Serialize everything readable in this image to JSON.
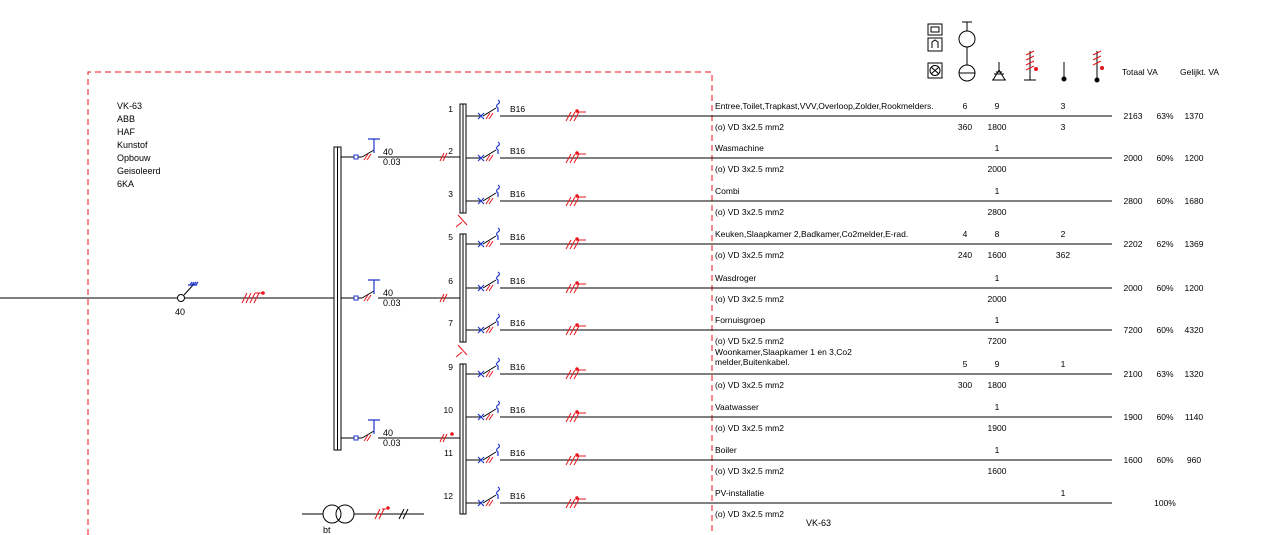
{
  "panel": {
    "info": [
      "VK-63",
      "ABB",
      "HAF",
      "Kunstof",
      "Opbouw",
      "Geisoleerd",
      "6KA"
    ],
    "footer": "VK-63"
  },
  "main": {
    "rating": "40"
  },
  "transformer": {
    "label": "bt"
  },
  "rcds": [
    {
      "rating": "40",
      "sens": "0.03"
    },
    {
      "rating": "40",
      "sens": "0.03"
    },
    {
      "rating": "40",
      "sens": "0.03"
    }
  ],
  "headers": {
    "totaal": "Totaal VA",
    "gelijkt": "Gelijkt. VA"
  },
  "groups": [
    {
      "num": "1",
      "breaker": "B16",
      "desc": "Entree,Toilet,Trapkast,VVV,Overloop,Zolder,Rookmelders.",
      "cable": "(o) VD 3x2.5 mm2",
      "c1a": "6",
      "c2a": "9",
      "c5a": "3",
      "c1b": "360",
      "c2b": "1800",
      "c5b": "3",
      "total": "2163",
      "pct": "63%",
      "gel": "1370"
    },
    {
      "num": "2",
      "breaker": "B16",
      "desc": "Wasmachine",
      "cable": "(o) VD 3x2.5 mm2",
      "c1a": "",
      "c2a": "1",
      "c5a": "",
      "c1b": "",
      "c2b": "2000",
      "c5b": "",
      "total": "2000",
      "pct": "60%",
      "gel": "1200"
    },
    {
      "num": "3",
      "breaker": "B16",
      "desc": "Combi",
      "cable": "(o) VD 3x2.5 mm2",
      "c1a": "",
      "c2a": "1",
      "c5a": "",
      "c1b": "",
      "c2b": "2800",
      "c5b": "",
      "total": "2800",
      "pct": "60%",
      "gel": "1680"
    },
    {
      "num": "5",
      "breaker": "B16",
      "desc": "Keuken,Slaapkamer 2,Badkamer,Co2melder,E-rad.",
      "cable": "(o) VD 3x2.5 mm2",
      "c1a": "4",
      "c2a": "8",
      "c5a": "2",
      "c1b": "240",
      "c2b": "1600",
      "c5b": "362",
      "total": "2202",
      "pct": "62%",
      "gel": "1369"
    },
    {
      "num": "6",
      "breaker": "B16",
      "desc": "Wasdroger",
      "cable": "(o) VD 3x2.5 mm2",
      "c1a": "",
      "c2a": "1",
      "c5a": "",
      "c1b": "",
      "c2b": "2000",
      "c5b": "",
      "total": "2000",
      "pct": "60%",
      "gel": "1200"
    },
    {
      "num": "7",
      "breaker": "B16",
      "desc": "Fornuisgroep",
      "cable": "(o) VD 5x2.5 mm2",
      "c1a": "",
      "c2a": "1",
      "c5a": "",
      "c1b": "",
      "c2b": "7200",
      "c5b": "",
      "total": "7200",
      "pct": "60%",
      "gel": "4320"
    },
    {
      "num": "9",
      "breaker": "B16",
      "desc": "Woonkamer,Slaapkamer 1 en 3,Co2",
      "desc2": "melder,Buitenkabel.",
      "cable": "(o) VD 3x2.5 mm2",
      "c1a": "5",
      "c2a": "9",
      "c5a": "1",
      "c1b": "300",
      "c2b": "1800",
      "c5b": "",
      "total": "2100",
      "pct": "63%",
      "gel": "1320"
    },
    {
      "num": "10",
      "breaker": "B16",
      "desc": "Vaatwasser",
      "cable": "(o) VD 3x2.5 mm2",
      "c1a": "",
      "c2a": "1",
      "c5a": "",
      "c1b": "",
      "c2b": "1900",
      "c5b": "",
      "total": "1900",
      "pct": "60%",
      "gel": "1140"
    },
    {
      "num": "11",
      "breaker": "B16",
      "desc": "Boiler",
      "cable": "(o) VD 3x2.5 mm2",
      "c1a": "",
      "c2a": "1",
      "c5a": "",
      "c1b": "",
      "c2b": "1600",
      "c5b": "",
      "total": "1600",
      "pct": "60%",
      "gel": "960"
    },
    {
      "num": "12",
      "breaker": "B16",
      "desc": "PV-installatie",
      "cable": "(o) VD 3x2.5 mm2",
      "c1a": "",
      "c2a": "",
      "c5a": "1",
      "c1b": "",
      "c2b": "",
      "c5b": "",
      "total": "",
      "pct": "100%",
      "gel": ""
    }
  ]
}
